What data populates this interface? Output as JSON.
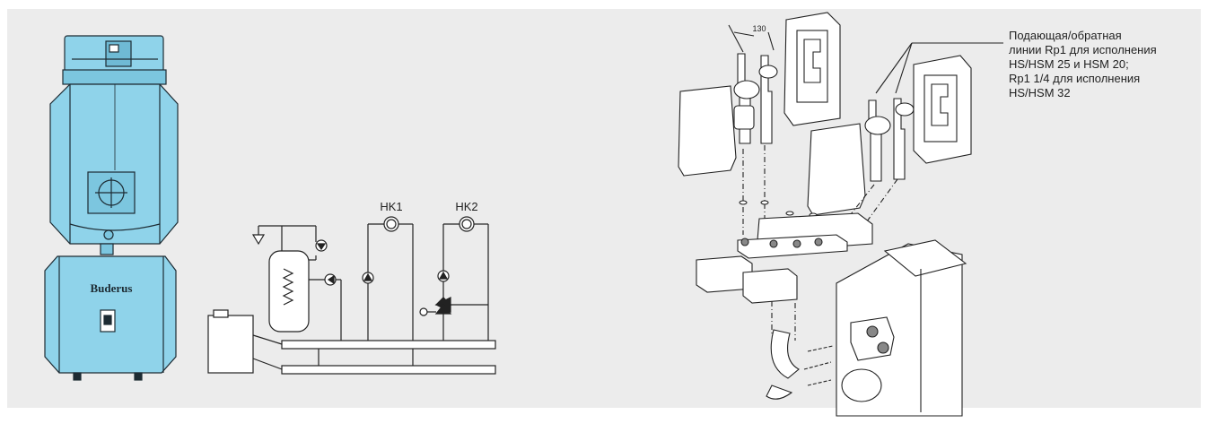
{
  "boiler": {
    "brand": "Buderus",
    "color": "#8fd3ea",
    "outline": "#1d2b33"
  },
  "schematic": {
    "circuit_1_label": "HK1",
    "circuit_2_label": "HK2"
  },
  "exploded_view": {
    "dimension_label": "130",
    "caption_lines": [
      "Подающая/обратная",
      "линии Rp1 для исполнения",
      "HS/HSM 25 и HSM 20;",
      "Rp1 1/4 для исполнения",
      "HS/HSM 32"
    ]
  },
  "colors": {
    "background_panel": "#ececec",
    "line": "#222222"
  }
}
